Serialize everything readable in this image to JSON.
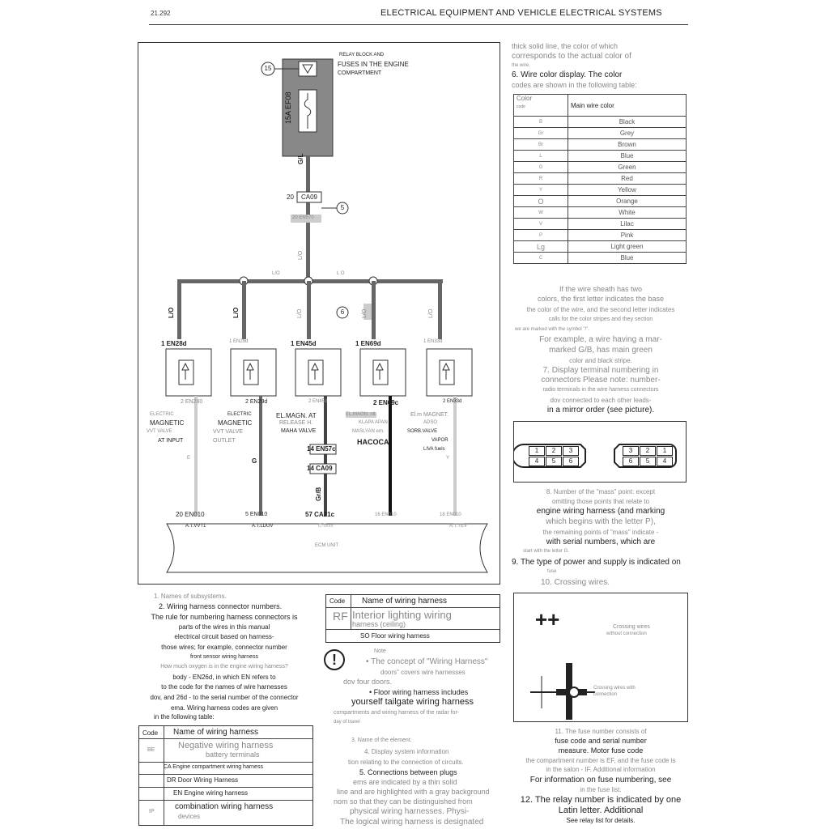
{
  "header": {
    "page_number": "21.292",
    "title": "ELECTRICAL EQUIPMENT AND VEHICLE ELECTRICAL SYSTEMS"
  },
  "diagram": {
    "relay_block": [
      "RELAY BLOCK AND",
      "FUSES IN THE ENGINE",
      "COMPARTMENT"
    ],
    "callout_15": "15",
    "callout_5": "5",
    "callout_6": "6",
    "fuse_label": "15A EF08",
    "wire_gl": "G/L",
    "conn_ca09_pin": "20",
    "conn_ca09": "CA09",
    "conn_en570": "20 EN570",
    "wire_lo_v": "L/O",
    "wire_lo_h1": "L/O",
    "wire_lo_h2": "L O",
    "branch_wires": [
      "L/O",
      "L/O",
      "L/O",
      "L/O",
      "L/O"
    ],
    "top_connectors": [
      "1 EN28d",
      "1 EN29d",
      "1 EN45d",
      "1 EN69d",
      "1 EN33d"
    ],
    "bottom_connectors": [
      "2 EN280",
      "2 EN29d",
      "2 EN45d",
      "2 EN69c",
      "2 EN33d"
    ],
    "solenoid_labels": [
      [
        "ELECTRIC",
        "MAGNETIC",
        "VVT VALVE",
        "AT INPUT"
      ],
      [
        "ELECTRIC",
        "MAGNETIC",
        "VVT VALVE",
        "OUTLET"
      ],
      [
        "EL.MAGN. AT",
        "RELEASE H.",
        "MAHA VALVE"
      ],
      [
        "EL.MAGN. nit.",
        "KLAPA APAN",
        "MASLYAN ern.",
        "HACOCA"
      ],
      [
        "El.m MAGNET.",
        "ADSO",
        "SORB.VALVE",
        "VAPOR",
        "LIVA fuels"
      ]
    ],
    "mid_connectors": [
      "14 EN57c",
      "14 CA09"
    ],
    "wire_colors_low": [
      "E",
      "G",
      "Gr/B",
      "",
      "Y"
    ],
    "ecm_connectors": [
      "20 EN010",
      "5 EN010",
      "57 CA21c",
      "16 EN010",
      "18 EN010"
    ],
    "ecm_pins": [
      "A.T.VVT1",
      "A.T.LDUV",
      "C-5xxx",
      "",
      "A.T.TEV"
    ],
    "ecm_label": "ECM UNIT"
  },
  "right_intro": [
    "thick solid line, the color of which",
    "corresponds to the actual color of",
    "the wire.",
    "6. Wire color display. The color",
    "codes are shown in the following table:"
  ],
  "color_table": {
    "head_code": "Color",
    "head_code2": "code",
    "head_name": "Main wire color",
    "rows": [
      [
        "B",
        "Black"
      ],
      [
        "Gr",
        "Grey"
      ],
      [
        "Br",
        "Brown"
      ],
      [
        "L",
        "Blue"
      ],
      [
        "G",
        "Green"
      ],
      [
        "R",
        "Red"
      ],
      [
        "Y",
        "Yellow"
      ],
      [
        "O",
        "Orange"
      ],
      [
        "W",
        "White"
      ],
      [
        "V",
        "Lilac"
      ],
      [
        "P",
        "Pink"
      ],
      [
        "Lg",
        "Light green"
      ],
      [
        "C",
        "Blue"
      ]
    ]
  },
  "right_mid": [
    "If the wire sheath has two",
    "colors, the first letter indicates the base",
    "the color of the wire, and the second letter indicates",
    "calls for the color stripes and they section",
    "we are marked with the symbol \"/\".",
    "For example, a wire having a mar-",
    "marked G/B, has main green",
    "color and black stripe.",
    "7. Display terminal numbering in",
    "connectors Please note: number-",
    "radio terminals in the wire harness connectors",
    "dov connected to each other leads-",
    "in a mirror order (see picture)."
  ],
  "plug_left": [
    "1",
    "2",
    "3",
    "4",
    "5",
    "6"
  ],
  "plug_right": [
    "3",
    "2",
    "1",
    "6",
    "5",
    "4"
  ],
  "right_lower": [
    "8. Number of the \"mass\" point: except",
    "omitting those points that relate to",
    "engine wiring harness (and marking",
    "which begins with the letter P),",
    "the remaining points of \"mass\" indicate -",
    "with serial numbers, which are",
    "start with the letter G.",
    "9. The type of power and supply is indicated on",
    "fuse",
    "10. Crossing wires."
  ],
  "crossing": {
    "plus": "++",
    "label1": "Crossing wires",
    "label1b": "without connection",
    "label2": "Crossing wires with",
    "label2b": "connection"
  },
  "right_bottom": [
    "11. The fuse number consists of",
    "fuse code and serial number",
    "measure. Motor fuse code",
    "the compartment number is EF, and the fuse code is",
    "in the salon - IF. Additional information",
    "For information on fuse numbering, see",
    "in the fuse list.",
    "12. The relay number is indicated by one",
    "Latin letter. Additional",
    "See relay list for details."
  ],
  "left_bottom": [
    "1. Names of subsystems.",
    "2. Wiring harness connector numbers.",
    "The rule for numbering harness connectors is",
    "parts of the wires in this manual",
    "electrical circuit based on harness-",
    "those wires; for example, connector number",
    "front sensor wiring harness",
    "How much oxygen is in the engine wiring harness?",
    "body - EN26d, in which EN refers to",
    "to the code for the names of wire harnesses",
    "dov, and 26d - to the serial number of the connector",
    "ema. Wiring harness codes are given",
    "in the following table:"
  ],
  "harness_table_left": {
    "head": [
      "Code",
      "Name of wiring harness"
    ],
    "rows": [
      [
        "BE",
        "Negative wiring harness",
        "battery terminals"
      ],
      [
        "",
        "CA Engine compartment wiring harness",
        ""
      ],
      [
        "",
        "DR Door Wiring Harness",
        ""
      ],
      [
        "",
        "EN Engine wiring harness",
        ""
      ],
      [
        "IP",
        "combination wiring harness",
        "devices"
      ]
    ]
  },
  "harness_table_mid": {
    "head": [
      "Code",
      "Name of wiring harness"
    ],
    "rows": [
      [
        "RF",
        "Interior lighting wiring",
        "harness (ceiling)"
      ],
      [
        "",
        "SO Floor wiring harness",
        ""
      ]
    ]
  },
  "note": {
    "icon": "!",
    "title": "Note",
    "lines": [
      "• The concept of \"Wiring Harness\"",
      "doors\" covers wire harnesses",
      "dov four doors.",
      "• Floor wiring harness includes",
      "yourself tailgate wiring harness",
      "compartments and wiring harness of the radar for-",
      "day of travel"
    ]
  },
  "mid_bottom": [
    "3. Name of the element.",
    "4. Display system information",
    "tion relating to the connection of circuits.",
    "5. Connections between plugs",
    "ems are indicated by a thin solid",
    "line and are highlighted with a gray background",
    "nom so that they can be distinguished from",
    "physical wiring harnesses. Physi-",
    "The logical wiring harness is designated"
  ]
}
